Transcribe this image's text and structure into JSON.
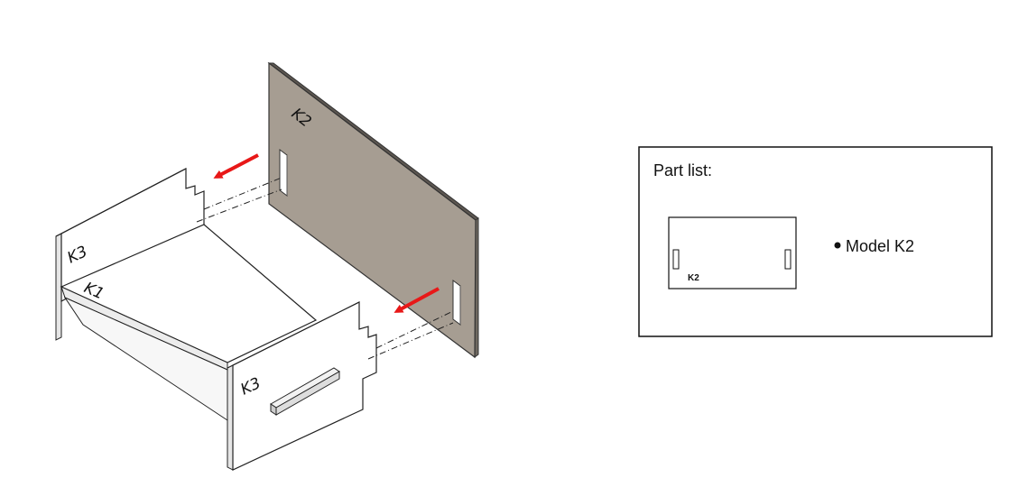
{
  "labels": {
    "k2": "K2",
    "k1": "K1",
    "k3_left": "K3",
    "k3_front": "K3"
  },
  "part_list": {
    "title": "Part list:",
    "thumbnail_label": "K2",
    "items": [
      "Model K2"
    ]
  },
  "colors": {
    "back_panel": "#a69d92",
    "back_panel_edge": "#6e6860",
    "arrow": "#e81818",
    "outline": "#222222"
  }
}
